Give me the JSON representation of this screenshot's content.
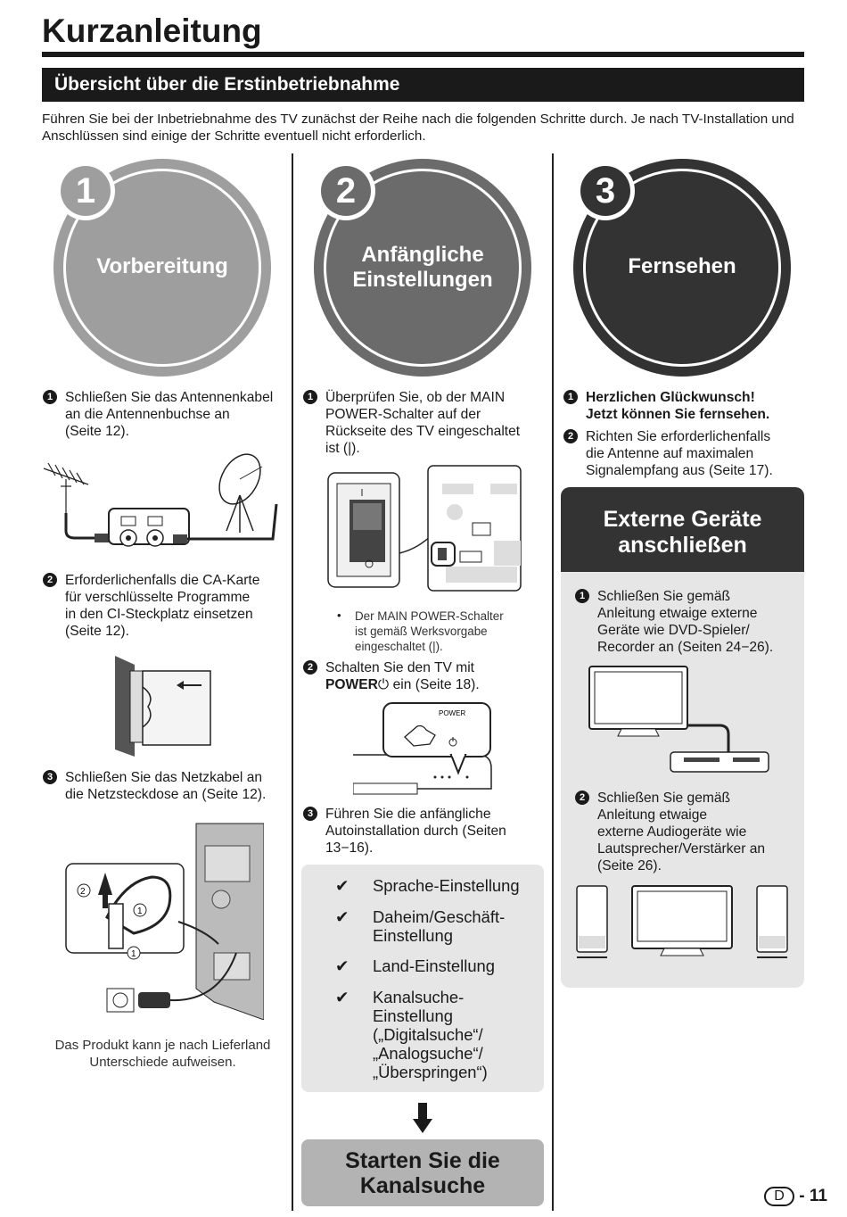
{
  "header": {
    "title": "Kurzanleitung",
    "section": "Übersicht über die Erstinbetriebnahme",
    "intro": "Führen Sie bei der Inbetriebnahme des TV zunächst der Reihe nach die folgenden Schritte durch. Je nach TV-Installation und Anschlüssen sind einige der Schritte eventuell nicht erforderlich."
  },
  "steps": [
    {
      "number": "1",
      "title": "Vorbereitung",
      "items": [
        {
          "bullet": "1",
          "text": "Schließen Sie das Antennenkabel\nan die Antennenbuchse an\n(Seite 12)."
        },
        {
          "bullet": "2",
          "text": "Erforderlichenfalls die CA-Karte\nfür verschlüsselte Programme\nin den CI-Steckplatz einsetzen\n(Seite 12)."
        },
        {
          "bullet": "3",
          "text": "Schließen Sie das Netzkabel an\ndie Netzsteckdose an (Seite 12)."
        }
      ],
      "note": "Das Produkt kann je nach Lieferland\nUnterschiede aufweisen."
    },
    {
      "number": "2",
      "title": "Anfängliche\nEinstellungen",
      "items": [
        {
          "bullet": "1",
          "text": "Überprüfen Sie, ob der MAIN\nPOWER-Schalter auf der\nRückseite des TV eingeschaltet\nist (|)."
        },
        {
          "bullet": "2",
          "text_before": "Schalten Sie den TV mit",
          "text_bold": "POWER",
          "power_symbol": "⏻",
          "text_after": "ein (Seite 18)."
        },
        {
          "bullet": "3",
          "text": "Führen Sie die anfängliche\nAutoinstallation durch (Seiten\n13−16)."
        }
      ],
      "note": "Der MAIN POWER-Schalter\nist gemäß Werksvorgabe\neingeschaltet (|).",
      "power_label": "POWER",
      "checklist": [
        "Sprache-Einstellung",
        "Daheim/Geschäft-\nEinstellung",
        "Land-Einstellung",
        "Kanalsuche-\nEinstellung\n(„Digitalsuche“/\n„Analogsuche“/\n„Überspringen“)"
      ],
      "check_symbol": "✔",
      "start_box": "Starten Sie die\nKanalsuche"
    },
    {
      "number": "3",
      "title": "Fernsehen",
      "items": [
        {
          "bullet": "1",
          "text": "Herzlichen Glückwunsch!\nJetzt können Sie fernsehen."
        },
        {
          "bullet": "2",
          "text": "Richten Sie erforderlichenfalls\ndie Antenne auf maximalen\nSignalempfang aus (Seite 17)."
        }
      ],
      "panel": {
        "title": "Externe Geräte\nanschließen",
        "items": [
          {
            "bullet": "1",
            "text": "Schließen Sie gemäß\nAnleitung etwaige externe\nGeräte wie DVD-Spieler/\nRecorder an (Seiten 24−26)."
          },
          {
            "bullet": "2",
            "text": "Schließen Sie gemäß\nAnleitung etwaige\nexterne Audiogeräte wie\nLautsprecher/Verstärker an\n(Seite 26)."
          }
        ]
      }
    }
  ],
  "footer": {
    "page_letter": "D",
    "separator": "-",
    "page_number": "11"
  },
  "colors": {
    "step1": "#9e9e9e",
    "step2": "#6b6b6b",
    "step3": "#333333",
    "dark": "#1a1a1a",
    "panel_bg": "#e6e6e6",
    "start_box": "#b3b3b3"
  }
}
